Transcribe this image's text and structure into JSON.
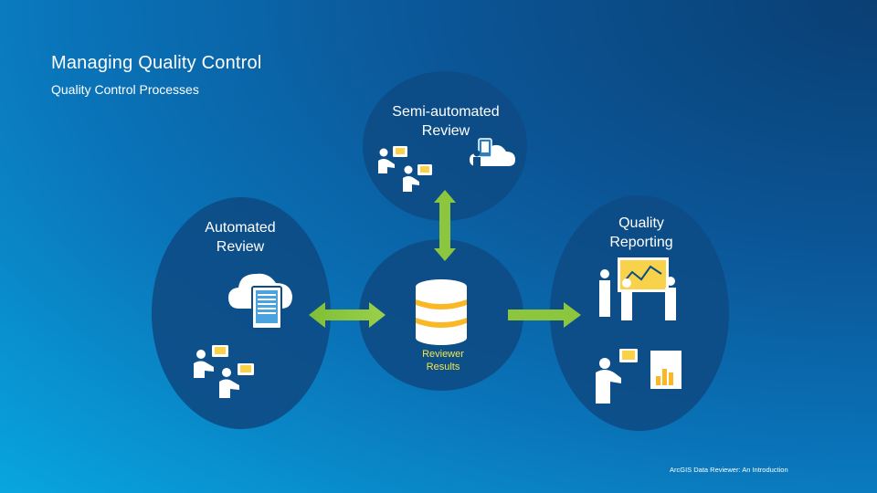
{
  "slide": {
    "title": "Managing Quality Control",
    "subtitle": "Quality Control Processes",
    "footer": "ArcGIS Data Reviewer: An Introduction"
  },
  "nodes": {
    "semi_automated": {
      "label": "Semi-automated\nReview",
      "icons": [
        "people-laptops-icon",
        "person-mobile-cloud-icon"
      ]
    },
    "automated": {
      "label": "Automated\nReview",
      "icons": [
        "cloud-server-icon",
        "people-laptops-icon"
      ]
    },
    "reviewer_results": {
      "label": "Reviewer\nResults",
      "icons": [
        "database-icon"
      ]
    },
    "quality_reporting": {
      "label": "Quality\nReporting",
      "icons": [
        "presentation-board-icon",
        "person-laptop-report-icon"
      ]
    }
  },
  "colors": {
    "node_fill": "#0e4c85",
    "arrow": "#8cc63f",
    "results_label": "#f7e54a",
    "database_accent": "#fbb826"
  }
}
